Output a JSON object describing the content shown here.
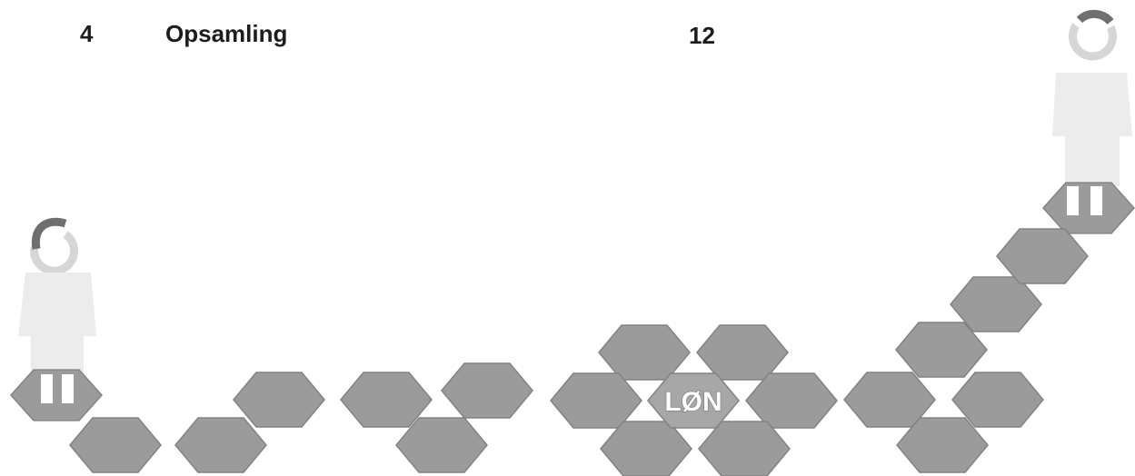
{
  "header": {
    "section_number": "4",
    "section_title": "Opsamling",
    "page_number": "12"
  },
  "illustration": {
    "center_label": "LØN",
    "colors": {
      "hexagon": "#9b9b9b",
      "hexagon_outline": "#828282",
      "figure_light": "#ececec",
      "figure_dark": "#8e8e8e"
    }
  }
}
